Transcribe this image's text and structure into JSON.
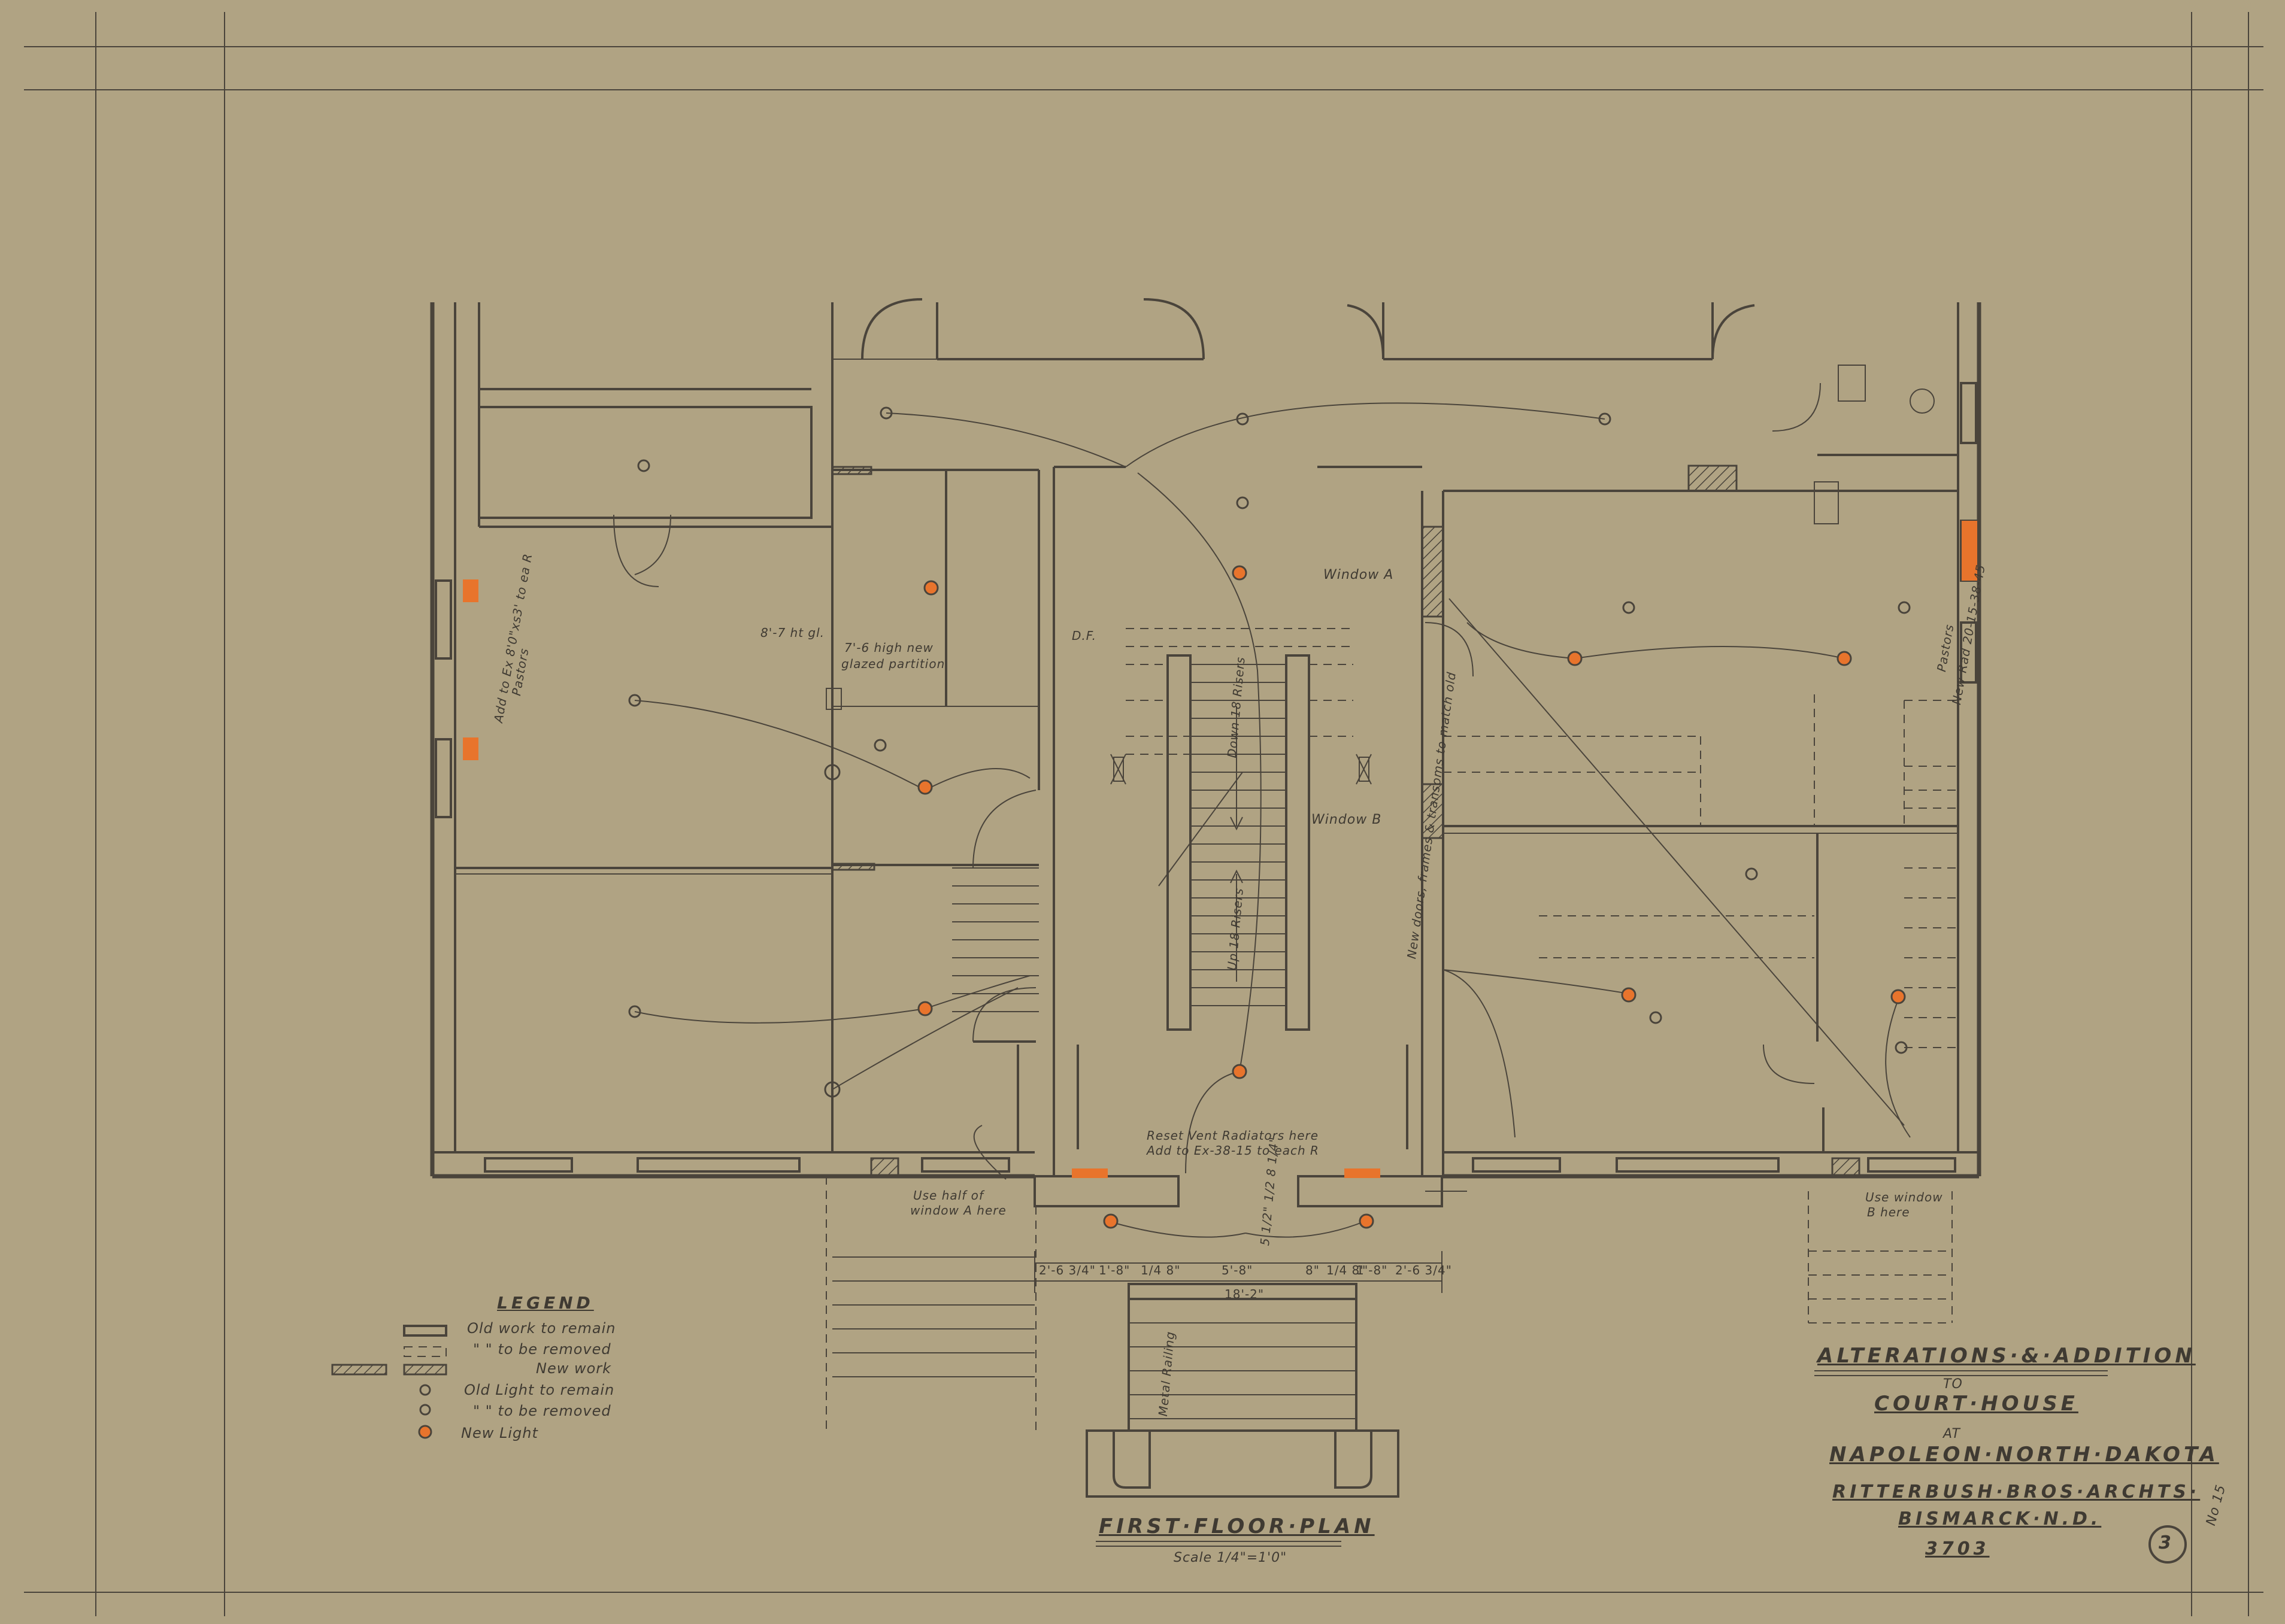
{
  "drawing": {
    "title": "FIRST·FLOOR·PLAN",
    "scale": "Scale 1/4\"=1'0\"",
    "sheet_number": "3",
    "corner_mark": "No 15"
  },
  "title_block": {
    "line1": "ALTERATIONS·&·ADDITION",
    "line2": "TO",
    "line3": "COURT·HOUSE",
    "line4": "AT",
    "line5": "NAPOLEON·NORTH·DAKOTA",
    "line6": "RITTERBUSH·BROS·ARCHTS·",
    "line7": "BISMARCK·N.D.",
    "line8": "3703"
  },
  "legend": {
    "heading": "LEGEND",
    "items": [
      {
        "label": "Old work to remain"
      },
      {
        "label": "\"  \"  to be removed"
      },
      {
        "label": "New work"
      },
      {
        "label": "Old Light to remain"
      },
      {
        "label": "\"  \"  to be removed"
      },
      {
        "label": "New Light"
      }
    ]
  },
  "annotations": {
    "window_a": "Window A",
    "window_b": "Window B",
    "glazed_partition_1": "7'-6 high new",
    "glazed_partition_2": "glazed partition",
    "ceiling_height": "8'-7 ht gl.",
    "radiators_left": "Add to Ex 8'0\"xs3' to ea R",
    "radiators_left_2": "Pastors",
    "radiators_right": "Pastors",
    "radiators_right_2": "New Rad 20-15-38-45",
    "new_doors": "New doors, frames & transoms to match old",
    "reset_vent_1": "Reset Vent Radiators here",
    "reset_vent_2": "Add to Ex-38-15 to each R",
    "use_half_1": "Use half of",
    "use_half_2": "window A here",
    "use_window_1": "Use window",
    "use_window_2": "B here",
    "down_risers": "Down 18 Risers",
    "up_risers": "Up 18 Risers",
    "metal_railing": "Metal Railing",
    "df": "D.F.",
    "dim_1": "2'-6 3/4\"",
    "dim_2": "1'-8\"",
    "dim_3": "1/4 8\"",
    "dim_4": "5'-8\"",
    "dim_5": "8\"",
    "dim_6": "1/4 8\"",
    "dim_7": "1'-8\"",
    "dim_8": "2'-6 3/4\"",
    "dim_total": "18'-2\"",
    "dim_vert": "5 1/2\" 1/2 8 1/4\""
  },
  "colors": {
    "paper": "#b0a383",
    "ink": "#4a443b",
    "new_work": "#e8742c"
  }
}
